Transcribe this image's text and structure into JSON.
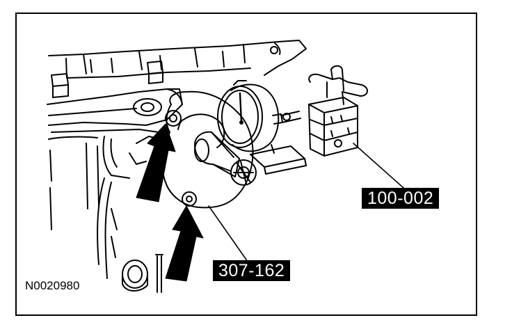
{
  "figure": {
    "id_label": "N0020980",
    "callouts": [
      {
        "name": "tool-100-002",
        "label": "100-002"
      },
      {
        "name": "tool-307-162",
        "label": "307-162"
      }
    ]
  },
  "colors": {
    "ink": "#000000",
    "paper": "#ffffff",
    "callout_bg": "#000000",
    "callout_text": "#ffffff"
  }
}
